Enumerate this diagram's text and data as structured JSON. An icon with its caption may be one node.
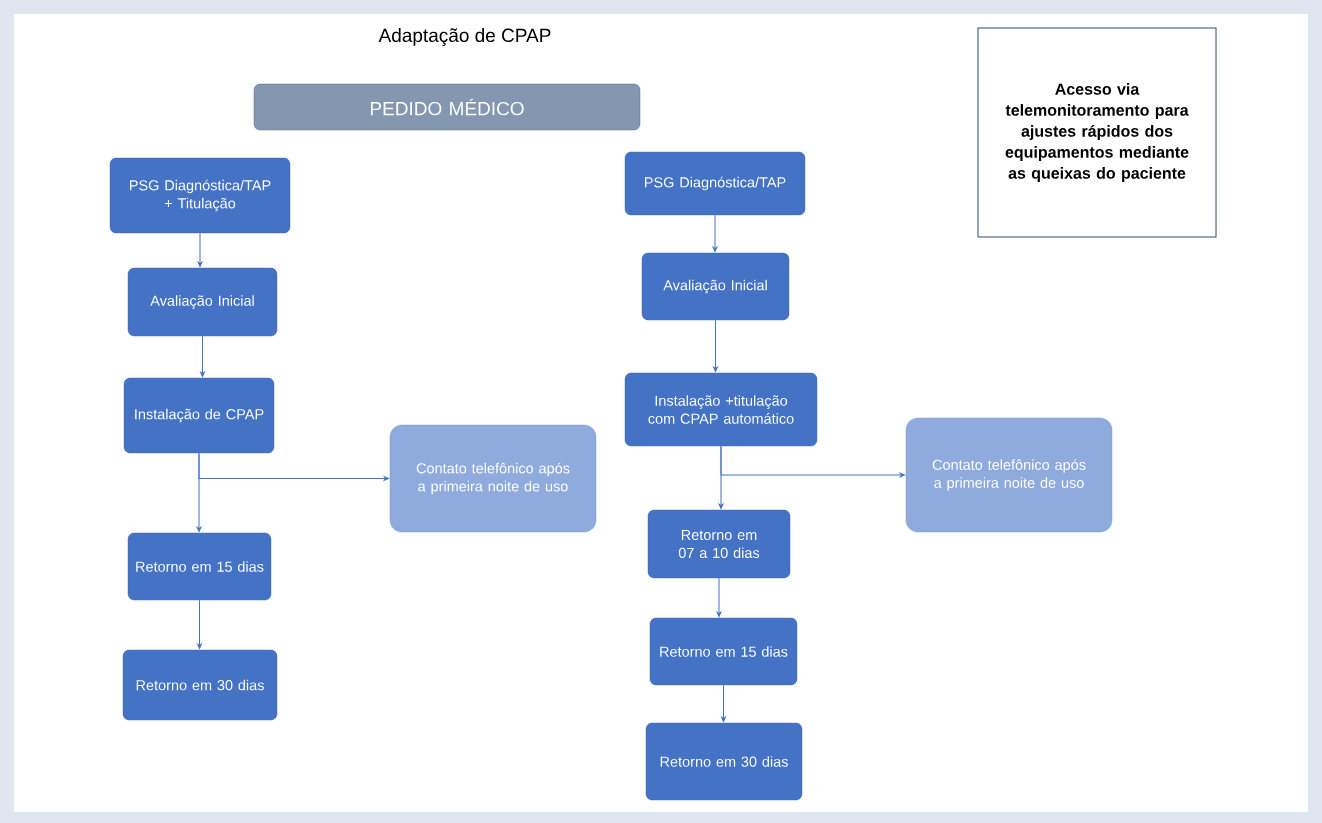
{
  "diagram": {
    "title": "Adaptação de CPAP",
    "nodes": [
      {
        "text": [
          "PEDIDO MÉDICO"
        ]
      },
      {
        "text": [
          "PSG Diagnóstica/TAP + Titulação"
        ]
      },
      {
        "text": [
          "Avaliação Inicial"
        ]
      },
      {
        "text": [
          "Instalação de CPAP"
        ]
      },
      {
        "text": [
          "Contato telefônico após a primeira noite de uso"
        ]
      },
      {
        "text": [
          "Retorno em 15 dias"
        ]
      },
      {
        "text": [
          "Retorno em 30 dias"
        ]
      },
      {
        "text": [
          "PSG Diagnóstica/TAP"
        ]
      },
      {
        "text": [
          "Avaliação Inicial"
        ]
      },
      {
        "text": [
          "Instalação +titulação com CPAP automático"
        ]
      },
      {
        "text": [
          "Contato telefônico após a primeira noite de uso"
        ]
      },
      {
        "text": [
          "Retorno em 07 a 10 dias"
        ]
      },
      {
        "text": [
          "Retorno em 15 dias"
        ]
      },
      {
        "text": [
          "Retorno em 30  dias"
        ]
      },
      {
        "text": [
          "Acesso via telemonitoramento para ajustes rápidos dos equipamentos mediante as queixas do paciente"
        ]
      }
    ],
    "edges": [
      {
        "from": 1,
        "to": 2,
        "arrow": "to"
      },
      {
        "from": 2,
        "to": 3,
        "arrow": "to"
      },
      {
        "from": 3,
        "to": 5,
        "arrow": "to"
      },
      {
        "from": 3,
        "to": 4,
        "arrow": "to"
      },
      {
        "from": 5,
        "to": 6,
        "arrow": "to"
      },
      {
        "from": 7,
        "to": 8,
        "arrow": "to"
      },
      {
        "from": 8,
        "to": 9,
        "arrow": "to"
      },
      {
        "from": 9,
        "to": 11,
        "arrow": "to"
      },
      {
        "from": 9,
        "to": 10,
        "arrow": "to"
      },
      {
        "from": 11,
        "to": 12,
        "arrow": "to"
      },
      {
        "from": 12,
        "to": 13,
        "arrow": "to"
      }
    ]
  }
}
